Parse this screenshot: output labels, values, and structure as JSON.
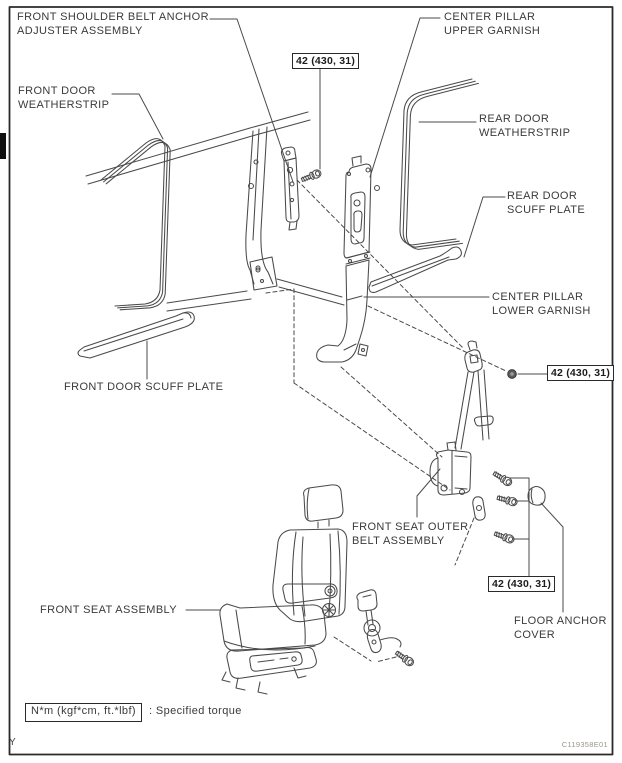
{
  "figure": {
    "torque_spec": "42 (430, 31)",
    "legend_box": "N*m (kgf*cm, ft.*lbf)",
    "legend_text": ": Specified torque",
    "figure_code": "C119358E01",
    "page_marker": "Y"
  },
  "labels": {
    "front_shoulder_belt_anchor": {
      "line1": "FRONT SHOULDER BELT ANCHOR",
      "line2": "ADJUSTER ASSEMBLY"
    },
    "center_pillar_upper_garnish": {
      "line1": "CENTER PILLAR",
      "line2": "UPPER GARNISH"
    },
    "front_door_weatherstrip": {
      "line1": "FRONT DOOR",
      "line2": "WEATHERSTRIP"
    },
    "rear_door_weatherstrip": {
      "line1": "REAR DOOR",
      "line2": "WEATHERSTRIP"
    },
    "rear_door_scuff_plate": {
      "line1": "REAR DOOR",
      "line2": "SCUFF PLATE"
    },
    "center_pillar_lower_garnish": {
      "line1": "CENTER PILLAR",
      "line2": "LOWER GARNISH"
    },
    "front_door_scuff_plate": {
      "line1": "FRONT DOOR SCUFF PLATE"
    },
    "front_seat_outer_belt": {
      "line1": "FRONT SEAT OUTER",
      "line2": "BELT ASSEMBLY"
    },
    "floor_anchor_cover": {
      "line1": "FLOOR ANCHOR",
      "line2": "COVER"
    },
    "front_seat_assembly": {
      "line1": "FRONT SEAT ASSEMBLY"
    }
  },
  "colors": {
    "line_art": "#4a4a4a",
    "label_text": "#3a3a3a",
    "frame": "#2a2a2a"
  }
}
